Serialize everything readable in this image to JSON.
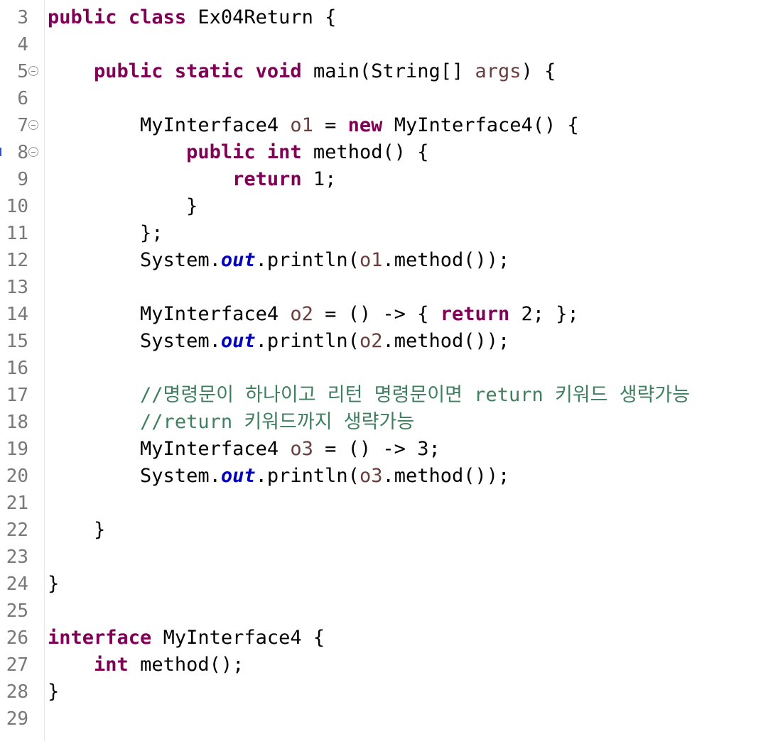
{
  "editor": {
    "language": "java",
    "colors": {
      "keyword": "#7f0055",
      "local_variable": "#6a3e3e",
      "static_field": "#0000c0",
      "comment": "#3f7f5f",
      "line_number": "#787878"
    },
    "lines": [
      {
        "number": "3",
        "fold": false,
        "marker": false,
        "tokens": [
          [
            "kw",
            "public"
          ],
          [
            "t",
            " "
          ],
          [
            "kw",
            "class"
          ],
          [
            "t",
            " Ex04Return {"
          ]
        ]
      },
      {
        "number": "4",
        "fold": false,
        "marker": false,
        "tokens": []
      },
      {
        "number": "5",
        "fold": true,
        "marker": false,
        "tokens": [
          [
            "t",
            "    "
          ],
          [
            "kw",
            "public"
          ],
          [
            "t",
            " "
          ],
          [
            "kw",
            "static"
          ],
          [
            "t",
            " "
          ],
          [
            "kw",
            "void"
          ],
          [
            "t",
            " main(String[] "
          ],
          [
            "var",
            "args"
          ],
          [
            "t",
            ") {"
          ]
        ]
      },
      {
        "number": "6",
        "fold": false,
        "marker": false,
        "tokens": []
      },
      {
        "number": "7",
        "fold": true,
        "marker": false,
        "tokens": [
          [
            "t",
            "        MyInterface4 "
          ],
          [
            "var",
            "o1"
          ],
          [
            "t",
            " = "
          ],
          [
            "kw",
            "new"
          ],
          [
            "t",
            " MyInterface4() {"
          ]
        ]
      },
      {
        "number": "8",
        "fold": true,
        "marker": true,
        "tokens": [
          [
            "t",
            "            "
          ],
          [
            "kw",
            "public"
          ],
          [
            "t",
            " "
          ],
          [
            "kw",
            "int"
          ],
          [
            "t",
            " method() {"
          ]
        ]
      },
      {
        "number": "9",
        "fold": false,
        "marker": false,
        "tokens": [
          [
            "t",
            "                "
          ],
          [
            "kw",
            "return"
          ],
          [
            "t",
            " 1;"
          ]
        ]
      },
      {
        "number": "10",
        "fold": false,
        "marker": false,
        "tokens": [
          [
            "t",
            "            }"
          ]
        ]
      },
      {
        "number": "11",
        "fold": false,
        "marker": false,
        "tokens": [
          [
            "t",
            "        };"
          ]
        ]
      },
      {
        "number": "12",
        "fold": false,
        "marker": false,
        "tokens": [
          [
            "t",
            "        System."
          ],
          [
            "field",
            "out"
          ],
          [
            "t",
            ".println("
          ],
          [
            "var",
            "o1"
          ],
          [
            "t",
            ".method());"
          ]
        ]
      },
      {
        "number": "13",
        "fold": false,
        "marker": false,
        "tokens": []
      },
      {
        "number": "14",
        "fold": false,
        "marker": false,
        "tokens": [
          [
            "t",
            "        MyInterface4 "
          ],
          [
            "var",
            "o2"
          ],
          [
            "t",
            " = () -> { "
          ],
          [
            "kw",
            "return"
          ],
          [
            "t",
            " 2; };"
          ]
        ]
      },
      {
        "number": "15",
        "fold": false,
        "marker": false,
        "tokens": [
          [
            "t",
            "        System."
          ],
          [
            "field",
            "out"
          ],
          [
            "t",
            ".println("
          ],
          [
            "var",
            "o2"
          ],
          [
            "t",
            ".method());"
          ]
        ]
      },
      {
        "number": "16",
        "fold": false,
        "marker": false,
        "tokens": []
      },
      {
        "number": "17",
        "fold": false,
        "marker": false,
        "tokens": [
          [
            "t",
            "        "
          ],
          [
            "cm",
            "//명령문이 하나이고 리턴 명령문이면 return 키워드 생략가능"
          ]
        ]
      },
      {
        "number": "18",
        "fold": false,
        "marker": false,
        "tokens": [
          [
            "t",
            "        "
          ],
          [
            "cm",
            "//return 키워드까지 생략가능"
          ]
        ]
      },
      {
        "number": "19",
        "fold": false,
        "marker": false,
        "tokens": [
          [
            "t",
            "        MyInterface4 "
          ],
          [
            "var",
            "o3"
          ],
          [
            "t",
            " = () -> 3;"
          ]
        ]
      },
      {
        "number": "20",
        "fold": false,
        "marker": false,
        "tokens": [
          [
            "t",
            "        System."
          ],
          [
            "field",
            "out"
          ],
          [
            "t",
            ".println("
          ],
          [
            "var",
            "o3"
          ],
          [
            "t",
            ".method());"
          ]
        ]
      },
      {
        "number": "21",
        "fold": false,
        "marker": false,
        "tokens": []
      },
      {
        "number": "22",
        "fold": false,
        "marker": false,
        "tokens": [
          [
            "t",
            "    }"
          ]
        ]
      },
      {
        "number": "23",
        "fold": false,
        "marker": false,
        "tokens": []
      },
      {
        "number": "24",
        "fold": false,
        "marker": false,
        "tokens": [
          [
            "t",
            "}"
          ]
        ]
      },
      {
        "number": "25",
        "fold": false,
        "marker": false,
        "tokens": []
      },
      {
        "number": "26",
        "fold": false,
        "marker": false,
        "tokens": [
          [
            "kw",
            "interface"
          ],
          [
            "t",
            " MyInterface4 {"
          ]
        ]
      },
      {
        "number": "27",
        "fold": false,
        "marker": false,
        "tokens": [
          [
            "t",
            "    "
          ],
          [
            "kw",
            "int"
          ],
          [
            "t",
            " method();"
          ]
        ]
      },
      {
        "number": "28",
        "fold": false,
        "marker": false,
        "tokens": [
          [
            "t",
            "}"
          ]
        ]
      },
      {
        "number": "29",
        "fold": false,
        "marker": false,
        "tokens": []
      }
    ]
  }
}
